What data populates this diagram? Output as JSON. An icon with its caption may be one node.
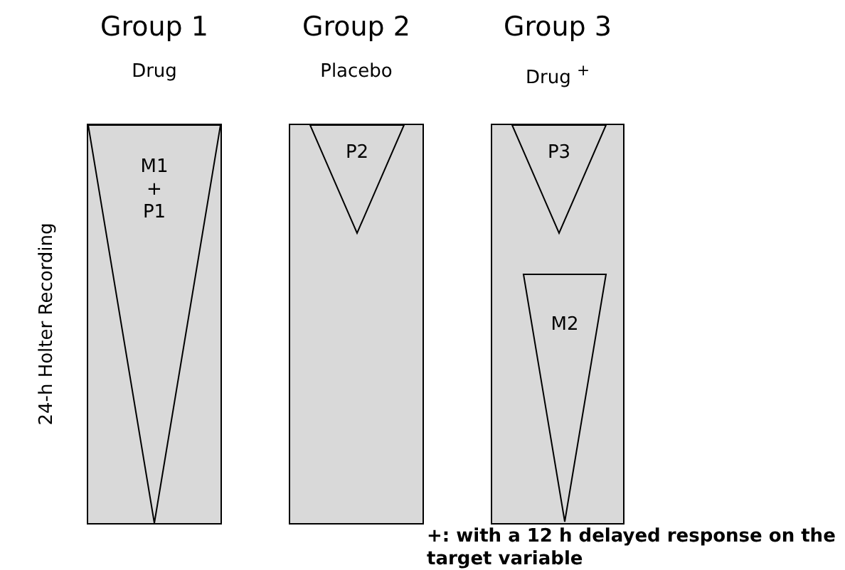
{
  "diagram": {
    "nodes": [
      {
        "text": [
          "Group 1",
          "Drug"
        ]
      },
      {
        "text": [
          "M1 + P1"
        ],
        "in": 0
      },
      {
        "text": [
          "Group 2",
          "Placebo"
        ]
      },
      {
        "text": [
          "P2"
        ],
        "in": 2
      },
      {
        "text": [
          "Group 3",
          "Drug $^{+}$"
        ]
      },
      {
        "text": [
          "P3"
        ],
        "in": 4
      },
      {
        "text": [
          "M2"
        ],
        "in": 4
      }
    ],
    "edges": [],
    "labels": [
      "24-h Holter Recording",
      "+: with a 12 h delayed response on the target variable"
    ]
  }
}
